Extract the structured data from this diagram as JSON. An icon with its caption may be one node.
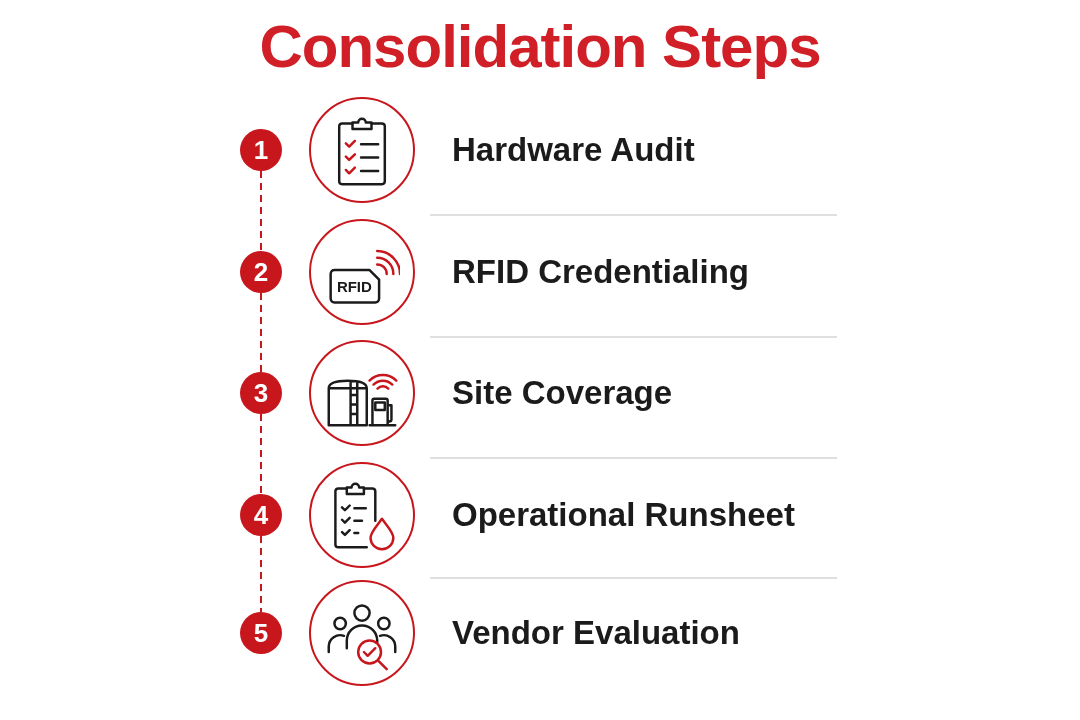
{
  "diagram": {
    "title": "Consolidation Steps",
    "nodes": [
      {
        "text": [
          "1"
        ]
      },
      {
        "text": [
          "2"
        ]
      },
      {
        "text": [
          "3"
        ]
      },
      {
        "text": [
          "4"
        ]
      },
      {
        "text": [
          "5"
        ]
      }
    ],
    "edges": [
      {
        "from": 0,
        "to": 1,
        "arrow": "none",
        "style": "dashed"
      },
      {
        "from": 1,
        "to": 2,
        "arrow": "none",
        "style": "dashed"
      },
      {
        "from": 2,
        "to": 3,
        "arrow": "none",
        "style": "dashed"
      },
      {
        "from": 3,
        "to": 4,
        "arrow": "none",
        "style": "dashed"
      }
    ],
    "labels": [
      "Hardware Audit",
      "RFID",
      "RFID Credentialing",
      "Site Coverage",
      "Operational Runsheet",
      "Vendor Evaluation"
    ]
  }
}
